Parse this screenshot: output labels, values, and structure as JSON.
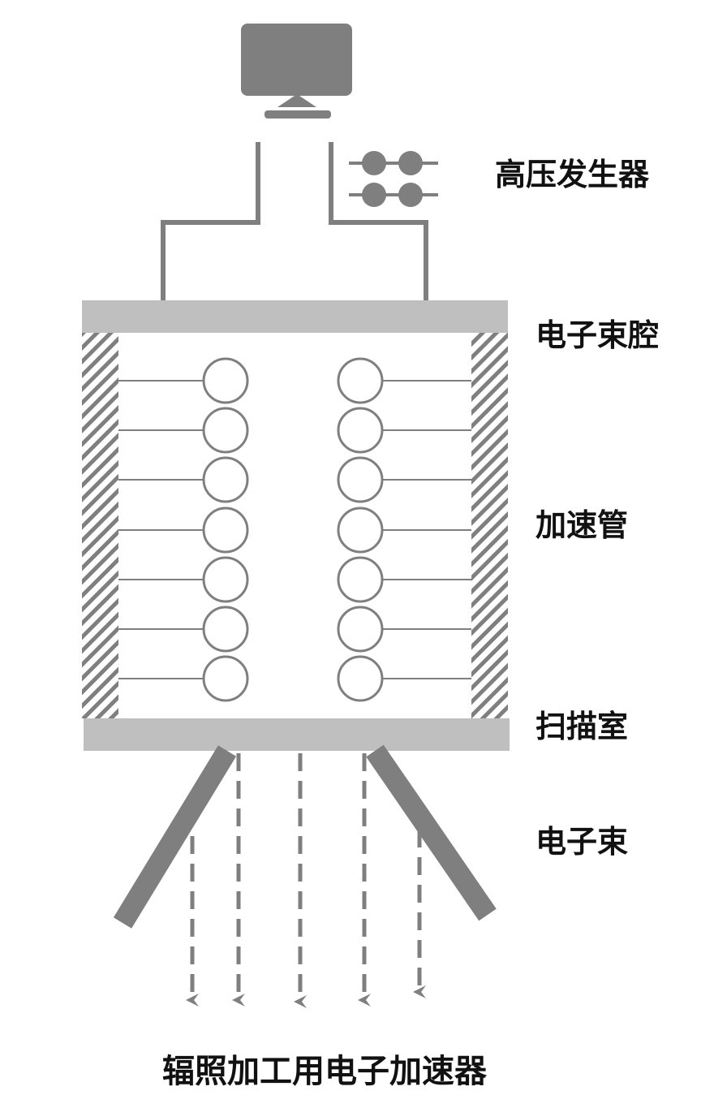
{
  "labels": {
    "generator": "高压发生器",
    "chamber": "电子束腔",
    "tube": "加速管",
    "scan_room": "扫描室",
    "beam": "电子束"
  },
  "caption": "辐照加工用电子加速器",
  "colors": {
    "dark_gray": "#7f7f7f",
    "light_gray": "#bfbfbf",
    "text": "#111111",
    "background": "#ffffff"
  },
  "icons": {
    "monitor": "monitor-icon",
    "capacitor": "capacitor-icon"
  }
}
